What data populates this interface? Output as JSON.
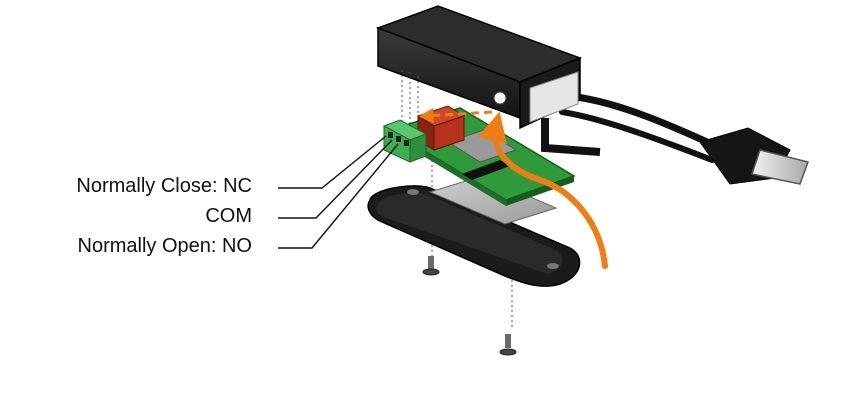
{
  "labels": {
    "nc": "Normally Close: NC",
    "com": "COM",
    "no": "Normally Open: NO"
  },
  "colors": {
    "housing": "#1c1c1e",
    "pcb": "#2f9a3a",
    "relay": "#b5331a",
    "terminal": "#3fae53",
    "arrow": "#ef7d14",
    "plate": "#b9b9b9",
    "window": "#e6e6e6"
  },
  "icons": {
    "cable": "usb-cable",
    "connector": "usb-a-plug",
    "screw": "screw"
  }
}
